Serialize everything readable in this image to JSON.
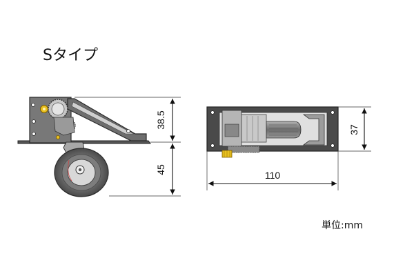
{
  "title": "Sタイプ",
  "unit_label": "単位:mm",
  "dimensions": {
    "side_height_upper": "38.5",
    "side_height_wheel": "45",
    "top_length": "110",
    "top_width": "37"
  },
  "colors": {
    "frame": "#707070",
    "frame_dark": "#3c3c3c",
    "wheel": "#5a5a5a",
    "hub": "#d8d8d8",
    "gear_yellow": "#e8c020",
    "dimension_line": "#111111"
  }
}
